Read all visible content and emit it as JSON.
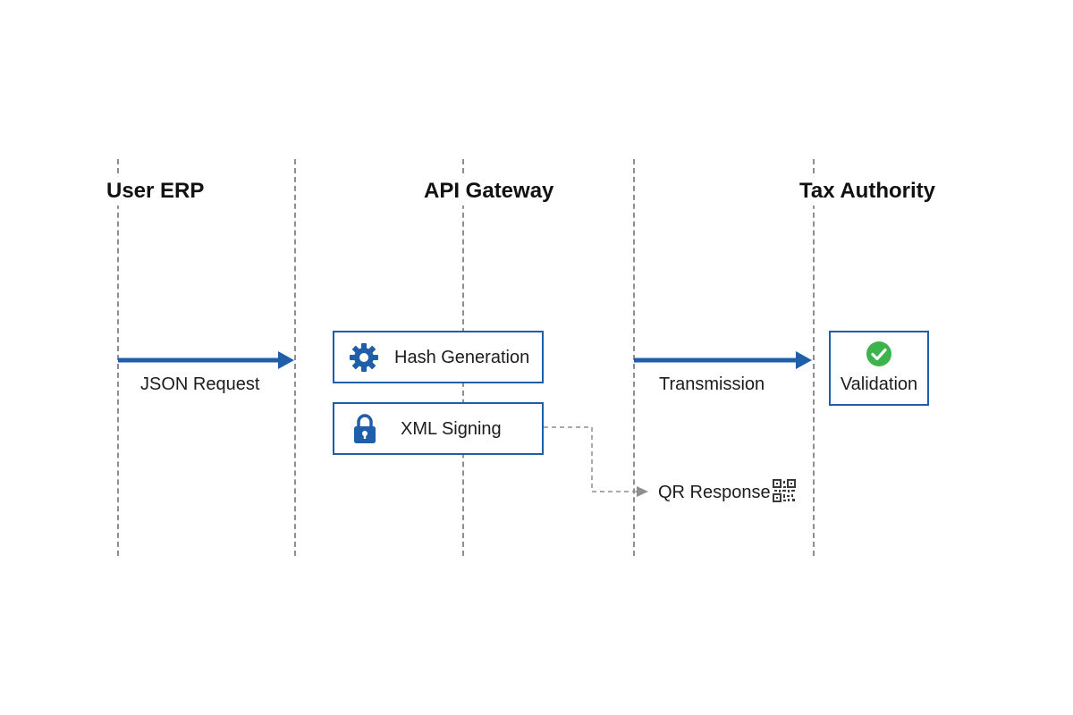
{
  "lanes": [
    {
      "title": "User ERP"
    },
    {
      "title": "API Gateway"
    },
    {
      "title": "Tax Authority"
    }
  ],
  "flows": {
    "json_request": "JSON Request",
    "transmission": "Transmission",
    "qr_response": "QR Response"
  },
  "steps": {
    "hash_generation": "Hash Generation",
    "xml_signing": "XML Signing",
    "validation": "Validation"
  },
  "icons": {
    "hash_generation": "gear-icon",
    "xml_signing": "lock-icon",
    "validation": "check-circle-icon",
    "qr_response": "qr-code-icon"
  },
  "colors": {
    "primary": "#1f5ea8",
    "success": "#3cb44b",
    "dashed": "#8f8f8f"
  }
}
